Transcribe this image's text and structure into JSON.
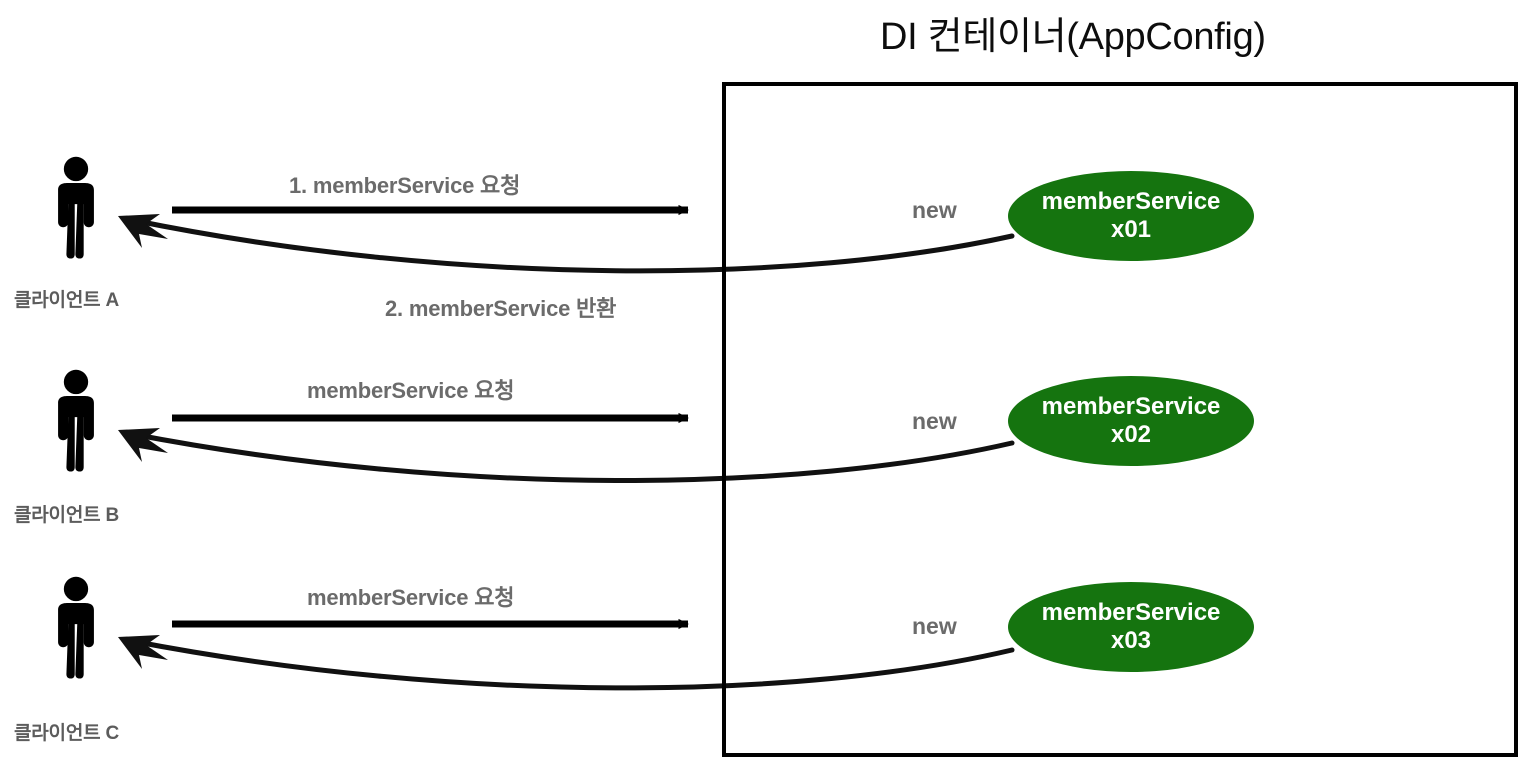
{
  "diagram": {
    "container": {
      "title": "DI 컨테이너(AppConfig)"
    },
    "clients": [
      {
        "id": "a",
        "label": "클라이언트 A",
        "icon": "person-icon"
      },
      {
        "id": "b",
        "label": "클라이언트 B",
        "icon": "person-icon"
      },
      {
        "id": "c",
        "label": "클라이언트 C",
        "icon": "person-icon"
      }
    ],
    "request_arrows": [
      {
        "id": "r1",
        "label": "1. memberService 요청",
        "direction": "right"
      },
      {
        "id": "r2",
        "label": "memberService 요청",
        "direction": "right"
      },
      {
        "id": "r3",
        "label": "memberService 요청",
        "direction": "right"
      }
    ],
    "return_arrows": [
      {
        "id": "ret1",
        "label": "2. memberService 반환",
        "direction": "left"
      },
      {
        "id": "ret2",
        "label": "",
        "direction": "left"
      },
      {
        "id": "ret3",
        "label": "",
        "direction": "left"
      }
    ],
    "new_labels": [
      {
        "id": "n1",
        "label": "new"
      },
      {
        "id": "n2",
        "label": "new"
      },
      {
        "id": "n3",
        "label": "new"
      }
    ],
    "beans": [
      {
        "id": "b1",
        "name": "memberService",
        "instance": "x01"
      },
      {
        "id": "b2",
        "name": "memberService",
        "instance": "x02"
      },
      {
        "id": "b3",
        "name": "memberService",
        "instance": "x03"
      }
    ],
    "colors": {
      "bean_fill": "#15740f",
      "bean_text": "#ffffff",
      "label_gray": "#6b6b6b",
      "client_label_gray": "#5c5c5c",
      "stroke_black": "#000000",
      "background": "#ffffff"
    }
  }
}
